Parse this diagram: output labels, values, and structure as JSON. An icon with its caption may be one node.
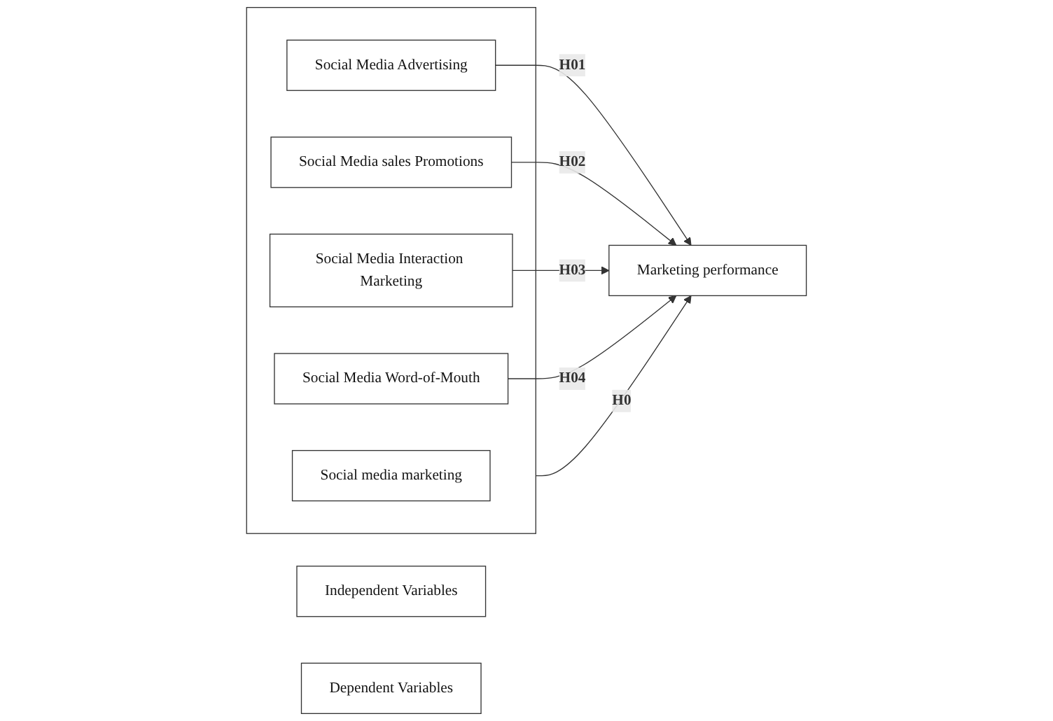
{
  "diagram": {
    "nodes": [
      {
        "text": [
          "Independent Variables"
        ]
      },
      {
        "text": [
          "Dependent Variables"
        ]
      },
      {
        "text": [],
        "shape": "box"
      },
      {
        "text": [
          "Social media marketing"
        ],
        "in": 2
      },
      {
        "text": [
          "Social Media Advertising"
        ],
        "in": 2
      },
      {
        "text": [
          "Social Media sales Promotions"
        ],
        "in": 2
      },
      {
        "text": [
          "Social Media Interaction Marketing"
        ],
        "in": 2
      },
      {
        "text": [
          "Social Media Word-of-Mouth"
        ],
        "in": 2
      },
      {
        "text": [
          "Marketing performance"
        ]
      }
    ],
    "edges": [
      {
        "from": 2,
        "to": 8,
        "arrow": "to",
        "label": "H0"
      },
      {
        "from": 4,
        "to": 8,
        "arrow": "to",
        "label": "H01"
      },
      {
        "from": 5,
        "to": 8,
        "arrow": "to",
        "label": "H02"
      },
      {
        "from": 6,
        "to": 8,
        "arrow": "to",
        "label": "H03"
      },
      {
        "from": 7,
        "to": 8,
        "arrow": "to",
        "label": "H04"
      }
    ]
  }
}
